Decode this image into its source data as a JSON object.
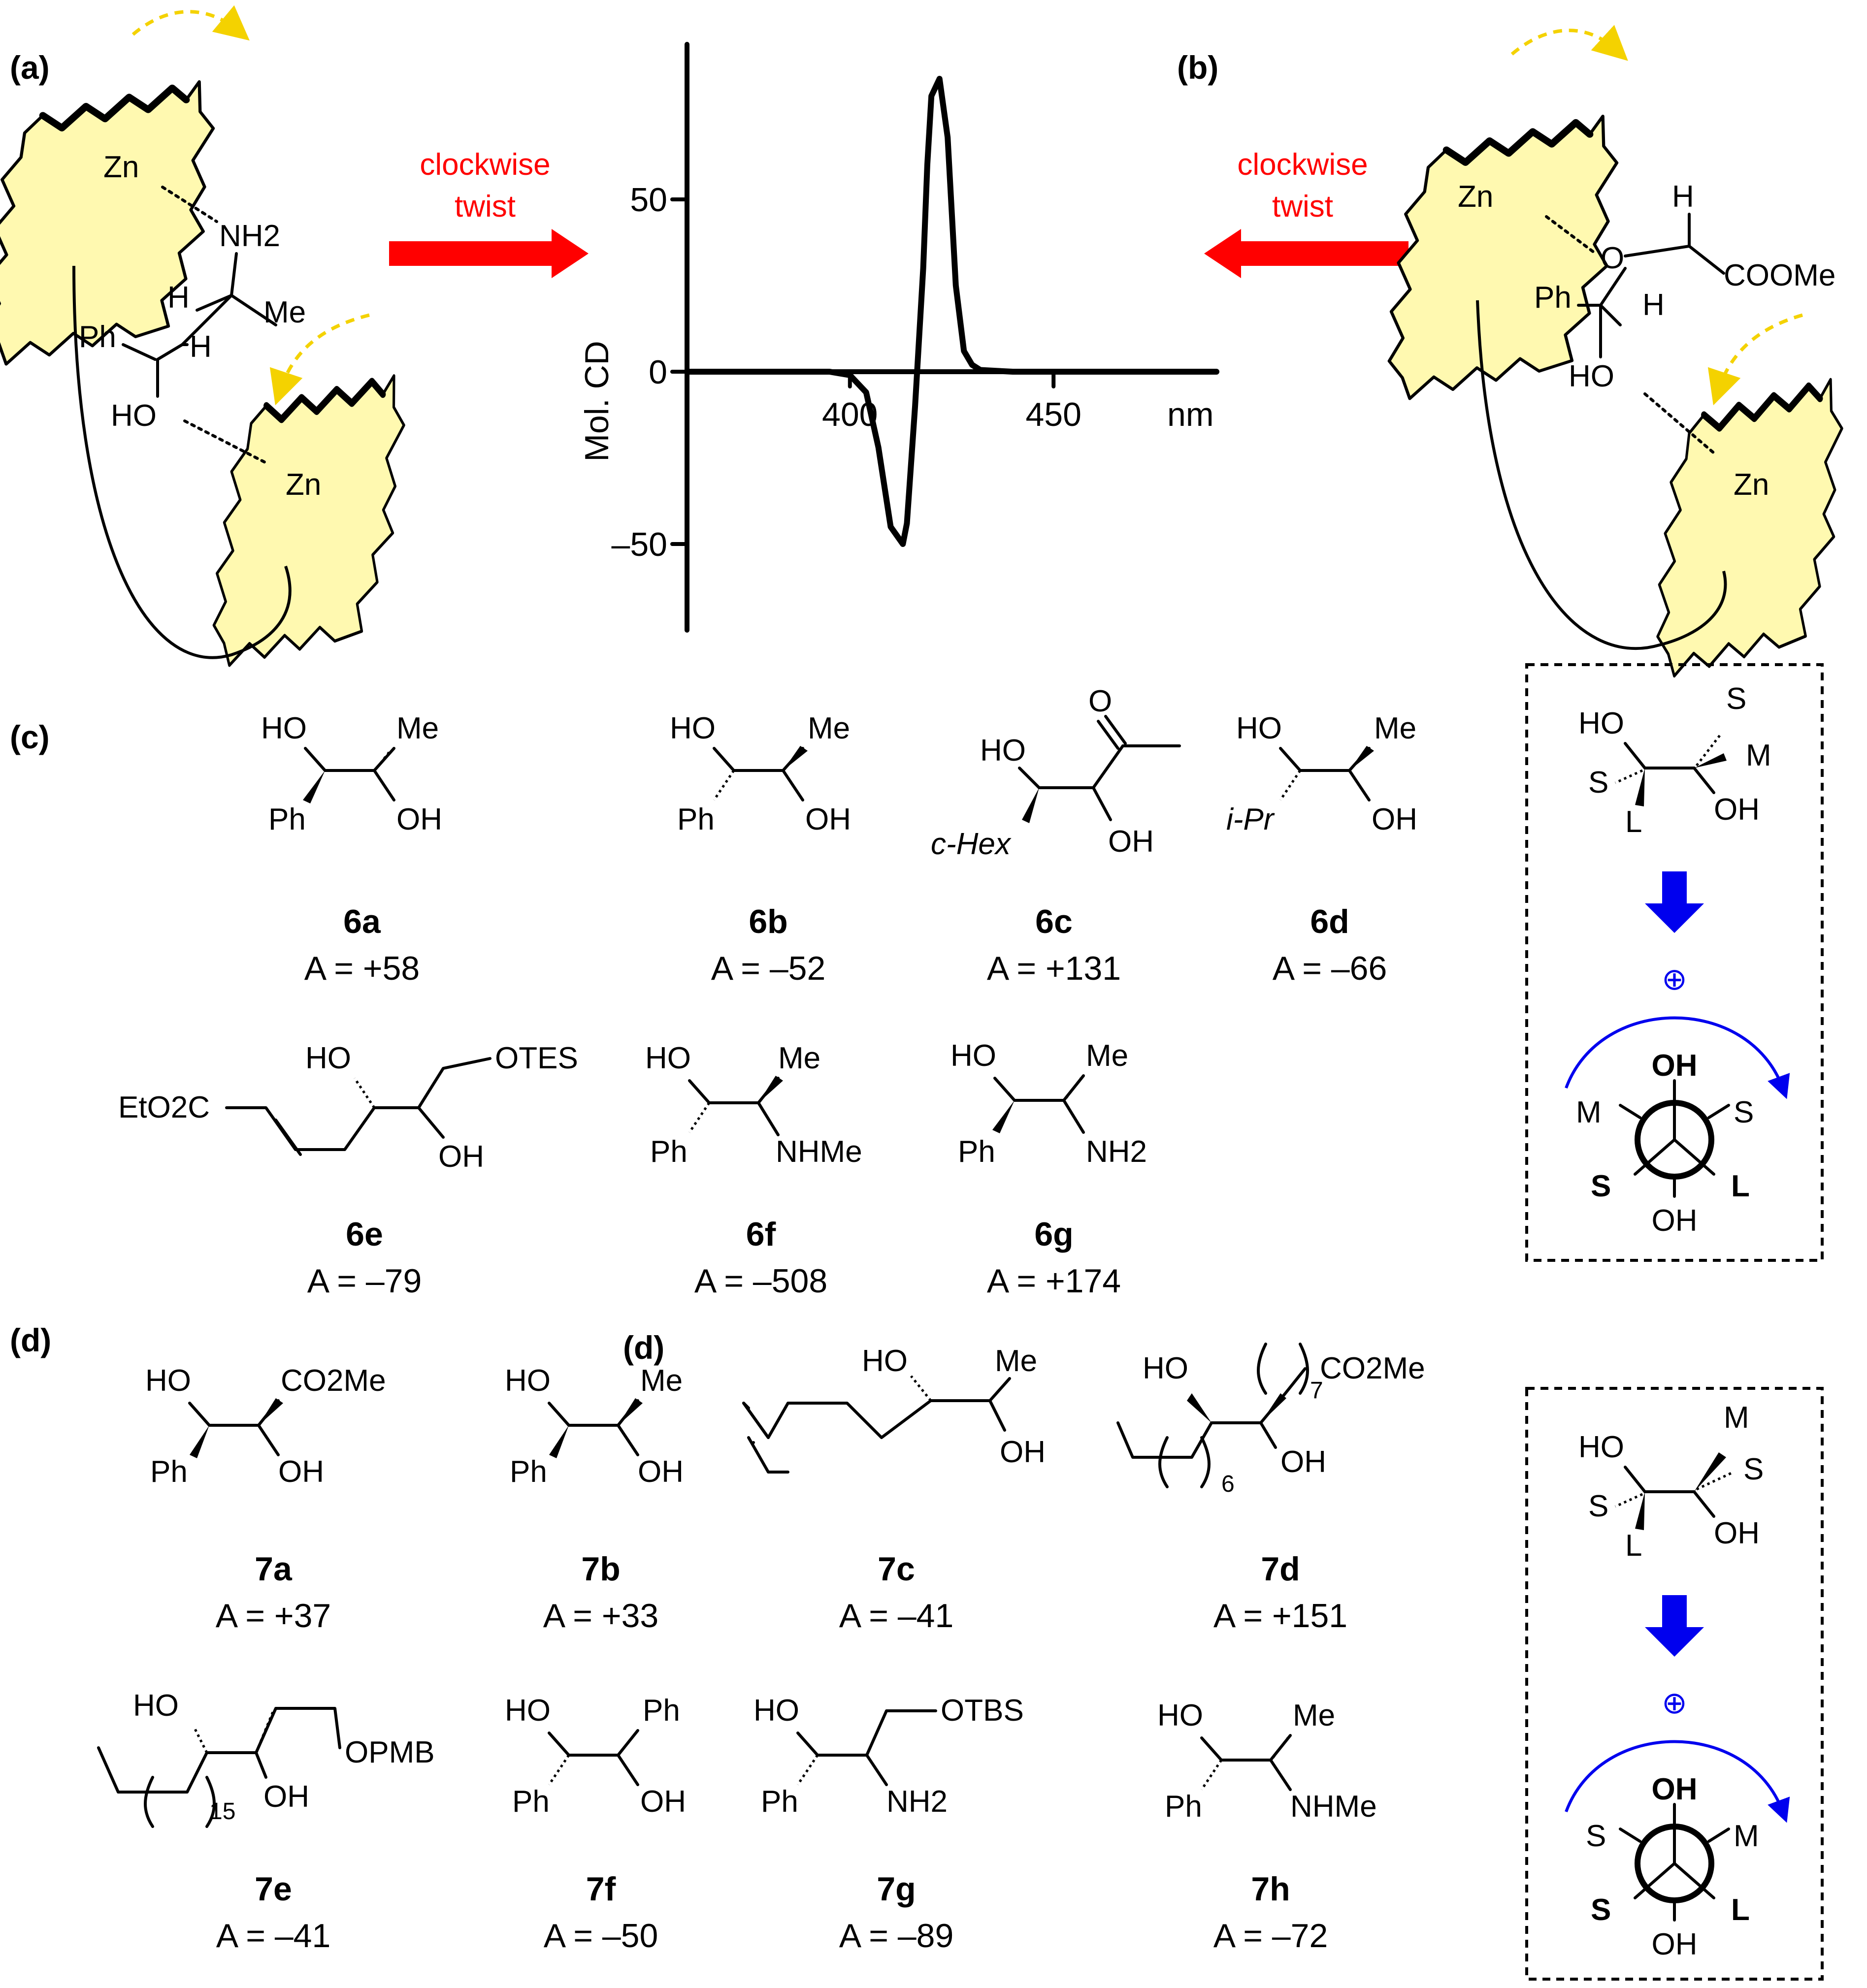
{
  "panels": {
    "a": "(a)",
    "b": "(b)",
    "c": "(c)",
    "d": "(d)",
    "d_stray": "(d)"
  },
  "twist": {
    "line1": "clockwise",
    "line2": "twist",
    "color": "#ff0000"
  },
  "zn": "Zn",
  "complex_a": {
    "NH2": "NH2",
    "H1": "H",
    "Me": "Me",
    "Ph": "Ph",
    "H2": "H",
    "HO": "HO"
  },
  "complex_b": {
    "H1": "H",
    "O": "O",
    "COOMe": "COOMe",
    "Ph": "Ph",
    "H2": "H",
    "HO": "HO"
  },
  "chart_data": {
    "type": "line",
    "ylabel": "Mol. CD",
    "xunit": "nm",
    "x_ticks": [
      "400",
      "450"
    ],
    "y_ticks": [
      "50",
      "0",
      "–50"
    ],
    "xlim": [
      360,
      490
    ],
    "ylim": [
      -75,
      95
    ],
    "series": [
      {
        "x": [
          360,
          395,
          400,
          404,
          407,
          410,
          413,
          414,
          416,
          418,
          419,
          420,
          422,
          424,
          426,
          428,
          430,
          432,
          440,
          460,
          490
        ],
        "y": [
          0,
          0,
          -1,
          -6,
          -22,
          -45,
          -50,
          -44,
          -10,
          30,
          60,
          80,
          85,
          68,
          25,
          6,
          2,
          0.5,
          0,
          0,
          0
        ]
      }
    ]
  },
  "compounds": [
    {
      "id": "6a",
      "a": "A = +58"
    },
    {
      "id": "6b",
      "a": "A = –52"
    },
    {
      "id": "6c",
      "a": "A = +131"
    },
    {
      "id": "6d",
      "a": "A = –66"
    },
    {
      "id": "6e",
      "a": "A = –79"
    },
    {
      "id": "6f",
      "a": "A = –508"
    },
    {
      "id": "6g",
      "a": "A = +174"
    },
    {
      "id": "7a",
      "a": "A = +37"
    },
    {
      "id": "7b",
      "a": "A = +33"
    },
    {
      "id": "7c",
      "a": "A = –41"
    },
    {
      "id": "7d",
      "a": "A = +151"
    },
    {
      "id": "7e",
      "a": "A = –41"
    },
    {
      "id": "7f",
      "a": "A = –50"
    },
    {
      "id": "7g",
      "a": "A = –89"
    },
    {
      "id": "7h",
      "a": "A = –72"
    }
  ],
  "groups": {
    "HO": "HO",
    "OH": "OH",
    "Me": "Me",
    "Ph": "Ph",
    "O": "O",
    "cHex": "c-Hex",
    "iPr": "i-Pr",
    "EtO2C": "EtO2C",
    "OTES": "OTES",
    "NHMe": "NHMe",
    "NH2": "NH2",
    "CO2Me": "CO2Me",
    "OPMB": "OPMB",
    "OTBS": "OTBS",
    "n6": "6",
    "n7": "7",
    "n15": "15"
  },
  "model": {
    "S": "S",
    "M": "M",
    "L": "L",
    "HO": "HO",
    "OH": "OH",
    "plus": "⊕",
    "arrow_color": "#0000ee"
  }
}
